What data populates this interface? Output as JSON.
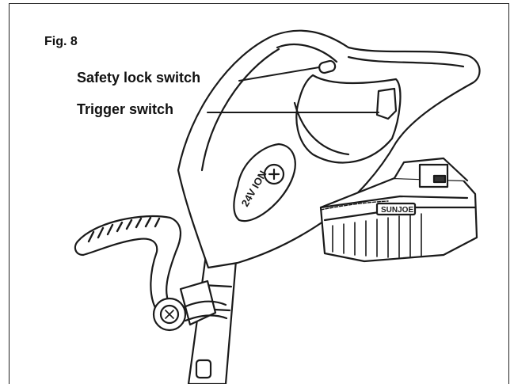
{
  "figure": {
    "label": "Fig. 8",
    "callouts": {
      "safety_lock": "Safety lock switch",
      "trigger": "Trigger switch"
    },
    "badge_text": "24V ION",
    "battery_brand": "SUNJOE"
  },
  "colors": {
    "line": "#1a1a1a",
    "fill": "#ffffff",
    "shade": "#d9d9d9"
  }
}
